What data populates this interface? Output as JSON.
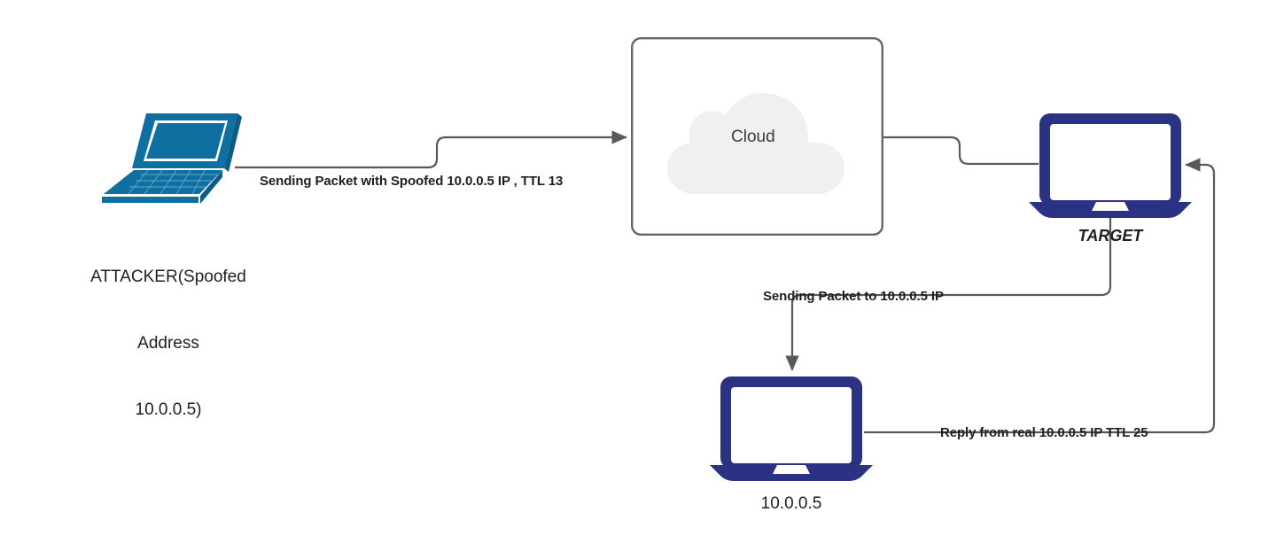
{
  "diagram": {
    "title": "IP spoofing packet flow diagram",
    "colors": {
      "attacker_device": "#0f6fa0",
      "attacker_device_dark": "#0b5c86",
      "device_navy": "#2b3283",
      "wire": "#595959",
      "cloud_fill": "#f0f0f0",
      "cloud_box_border": "#666666",
      "text": "#1f1f1f"
    },
    "nodes": [
      {
        "id": "attacker",
        "icon": "laptop-isometric-icon",
        "caption_lines": [
          "ATTACKER(Spoofed",
          "Address",
          "10.0.0.5)"
        ]
      },
      {
        "id": "cloud",
        "icon": "cloud-icon",
        "caption": "Cloud"
      },
      {
        "id": "target",
        "icon": "laptop-icon",
        "caption": "TARGET"
      },
      {
        "id": "real-host",
        "icon": "laptop-icon",
        "caption": "10.0.0.5"
      }
    ],
    "edges": [
      {
        "id": "attacker-to-cloud",
        "label": "Sending Packet with Spoofed 10.0.0.5 IP , TTL 13",
        "from": "attacker",
        "to": "cloud",
        "arrow": true
      },
      {
        "id": "cloud-to-target",
        "label": "",
        "from": "cloud",
        "to": "target",
        "arrow": false
      },
      {
        "id": "target-to-real-host",
        "label": "Sending Packet to 10.0.0.5 IP",
        "from": "target",
        "to": "real-host",
        "arrow": true
      },
      {
        "id": "real-host-to-target",
        "label": "Reply from real 10.0.0.5 IP TTL 25",
        "from": "real-host",
        "to": "target",
        "arrow": true
      }
    ]
  }
}
